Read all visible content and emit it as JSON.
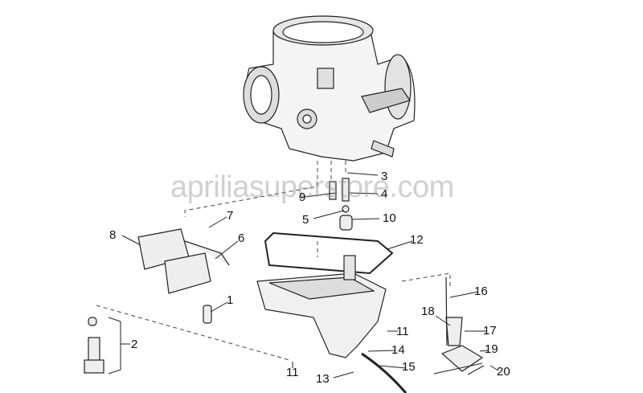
{
  "watermark": "apriliasuperstore.com",
  "callouts": [
    {
      "id": "3",
      "label": "3"
    },
    {
      "id": "9",
      "label": "9"
    },
    {
      "id": "4",
      "label": "4"
    },
    {
      "id": "7",
      "label": "7"
    },
    {
      "id": "5",
      "label": "5"
    },
    {
      "id": "10",
      "label": "10"
    },
    {
      "id": "8",
      "label": "8"
    },
    {
      "id": "6",
      "label": "6"
    },
    {
      "id": "12",
      "label": "12"
    },
    {
      "id": "1",
      "label": "1"
    },
    {
      "id": "16",
      "label": "16"
    },
    {
      "id": "2",
      "label": "2"
    },
    {
      "id": "18",
      "label": "18"
    },
    {
      "id": "17",
      "label": "17"
    },
    {
      "id": "11a",
      "label": "11"
    },
    {
      "id": "14",
      "label": "14"
    },
    {
      "id": "19",
      "label": "19"
    },
    {
      "id": "15",
      "label": "15"
    },
    {
      "id": "11b",
      "label": "11"
    },
    {
      "id": "13",
      "label": "13"
    },
    {
      "id": "20",
      "label": "20"
    }
  ]
}
